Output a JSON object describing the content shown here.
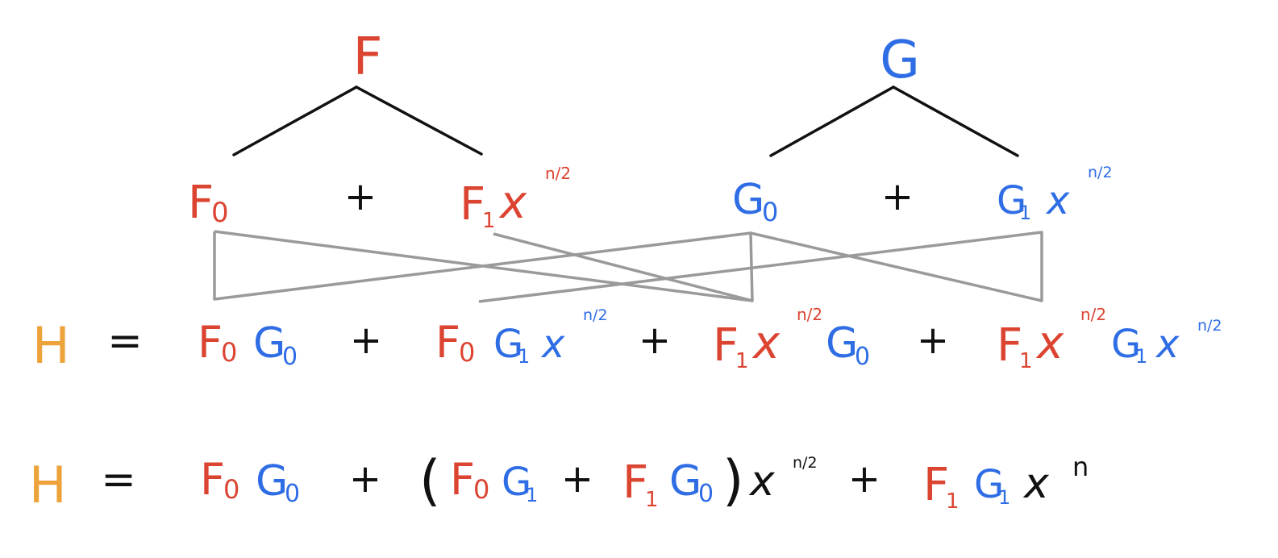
{
  "colors": {
    "f_red": "#dc4432",
    "g_blue": "#2f6de5",
    "h_orange": "#eda23a",
    "ink": "#111111",
    "connector_gray": "#9a9a9a"
  },
  "top": {
    "f": "F",
    "g": "G"
  },
  "split_row": {
    "f0": "F",
    "f0_sub": "0",
    "plus_1": "+",
    "f1": "F",
    "f1_sub": "1",
    "f1_x": "x",
    "f1_exp": "n/2",
    "g0": "G",
    "g0_sub": "0",
    "plus_2": "+",
    "g1": "G",
    "g1_sub": "1",
    "g1_x": "x",
    "g1_exp": "n/2"
  },
  "expanded_row": {
    "h": "H",
    "eq": "=",
    "t1_f": "F",
    "t1_f_sub": "0",
    "t1_g": "G",
    "t1_g_sub": "0",
    "plus_1": "+",
    "t2_f": "F",
    "t2_f_sub": "0",
    "t2_g": "G",
    "t2_g_sub": "1",
    "t2_x": "x",
    "t2_exp": "n/2",
    "plus_2": "+",
    "t3_f": "F",
    "t3_f_sub": "1",
    "t3_x": "x",
    "t3_exp": "n/2",
    "t3_g": "G",
    "t3_g_sub": "0",
    "plus_3": "+",
    "t4_f": "F",
    "t4_f_sub": "1",
    "t4_x1": "x",
    "t4_exp1": "n/2",
    "t4_g": "G",
    "t4_g_sub": "1",
    "t4_x2": "x",
    "t4_exp2": "n/2"
  },
  "combined_row": {
    "h": "H",
    "eq": "=",
    "t1_f": "F",
    "t1_f_sub": "0",
    "t1_g": "G",
    "t1_g_sub": "0",
    "plus_1": "+",
    "lparen": "(",
    "p1_f": "F",
    "p1_f_sub": "0",
    "p1_g": "G",
    "p1_g_sub": "1",
    "plus_inner": "+",
    "p2_f": "F",
    "p2_f_sub": "1",
    "p2_g": "G",
    "p2_g_sub": "0",
    "rparen": ")",
    "p_x": "x",
    "p_exp": "n/2",
    "plus_2": "+",
    "t3_f": "F",
    "t3_f_sub": "1",
    "t3_g": "G",
    "t3_g_sub": "1",
    "t3_x": "x",
    "t3_exp": "n"
  }
}
